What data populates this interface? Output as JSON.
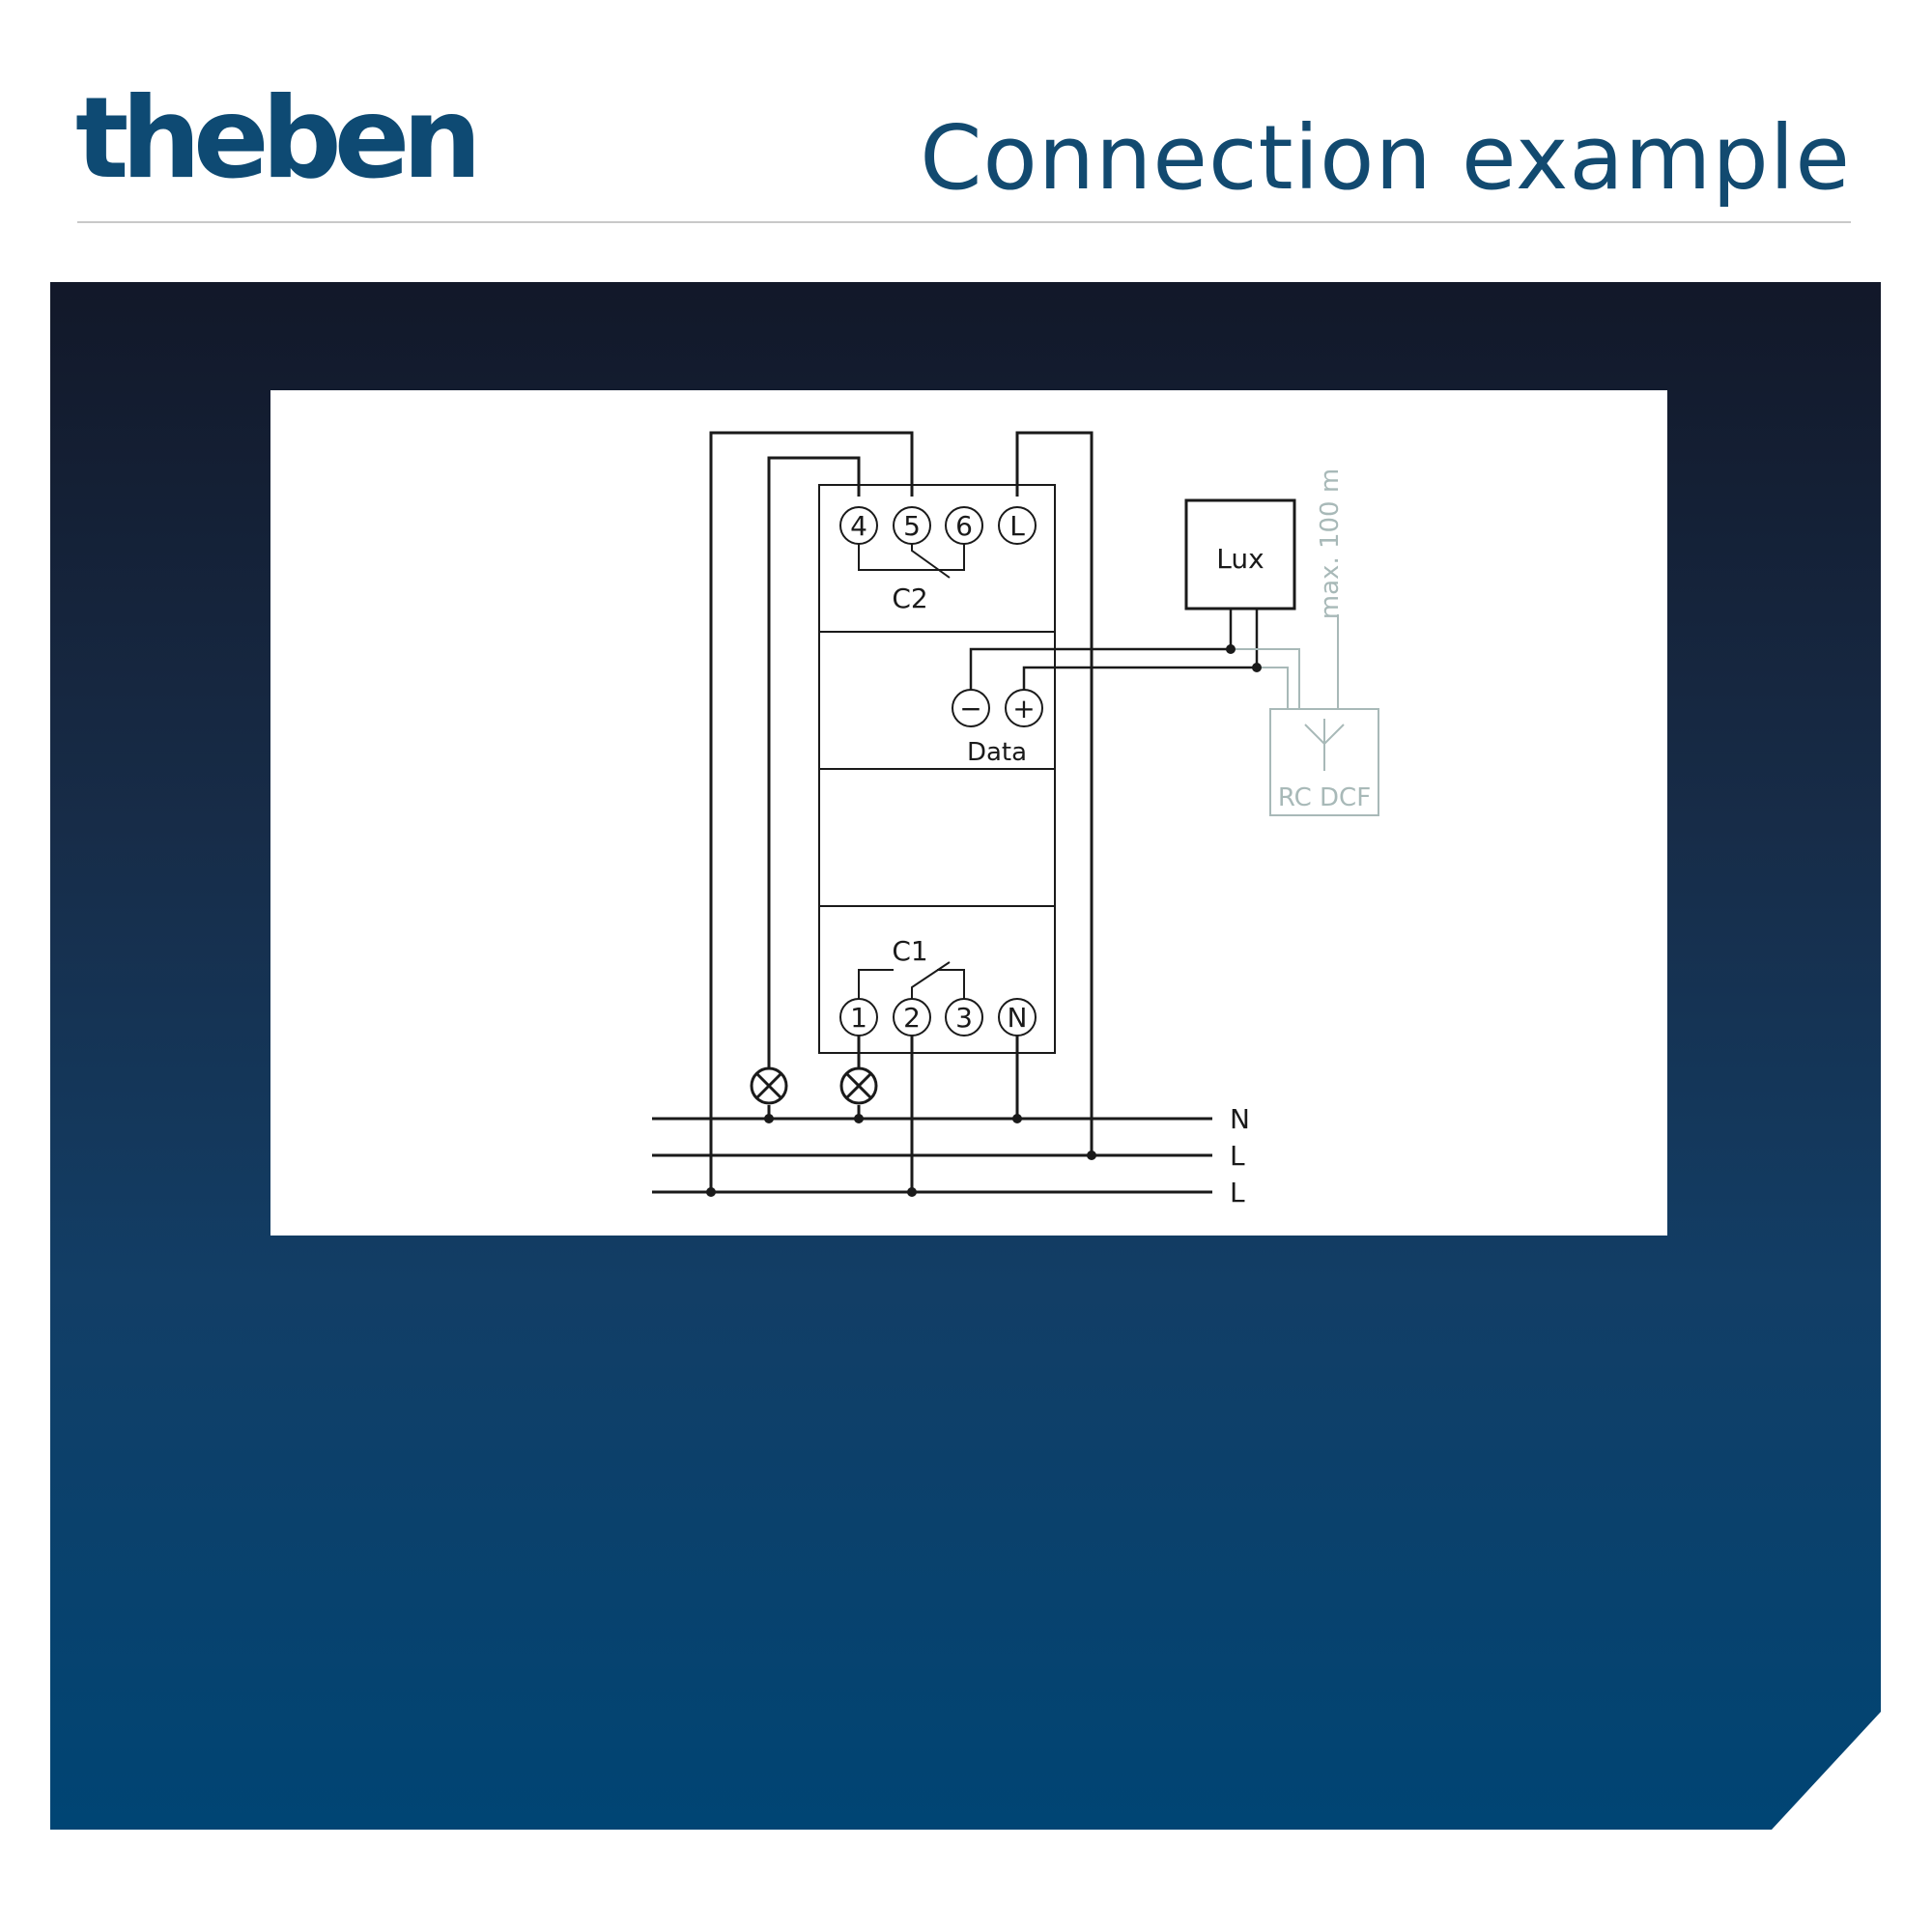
{
  "header": {
    "logo": "theben",
    "title": "Connection example"
  },
  "colors": {
    "brand": "#0e4a73",
    "panel_top": "#121829",
    "panel_bottom": "#004574",
    "wire": "#1a1a1a",
    "antenna": "#a8b9b8"
  },
  "diagram": {
    "top_terminals": [
      "4",
      "5",
      "6",
      "L"
    ],
    "bottom_terminals": [
      "1",
      "2",
      "3",
      "N"
    ],
    "contact_top": "C2",
    "contact_bottom": "C1",
    "data_terminals": [
      "−",
      "+"
    ],
    "data_label": "Data",
    "sensor_label": "Lux",
    "distance_label": "max. 100 m",
    "antenna_label": "RC DCF",
    "bus_labels": [
      "N",
      "L",
      "L"
    ],
    "lamp_icons": [
      "lamp-icon",
      "lamp-icon"
    ]
  }
}
